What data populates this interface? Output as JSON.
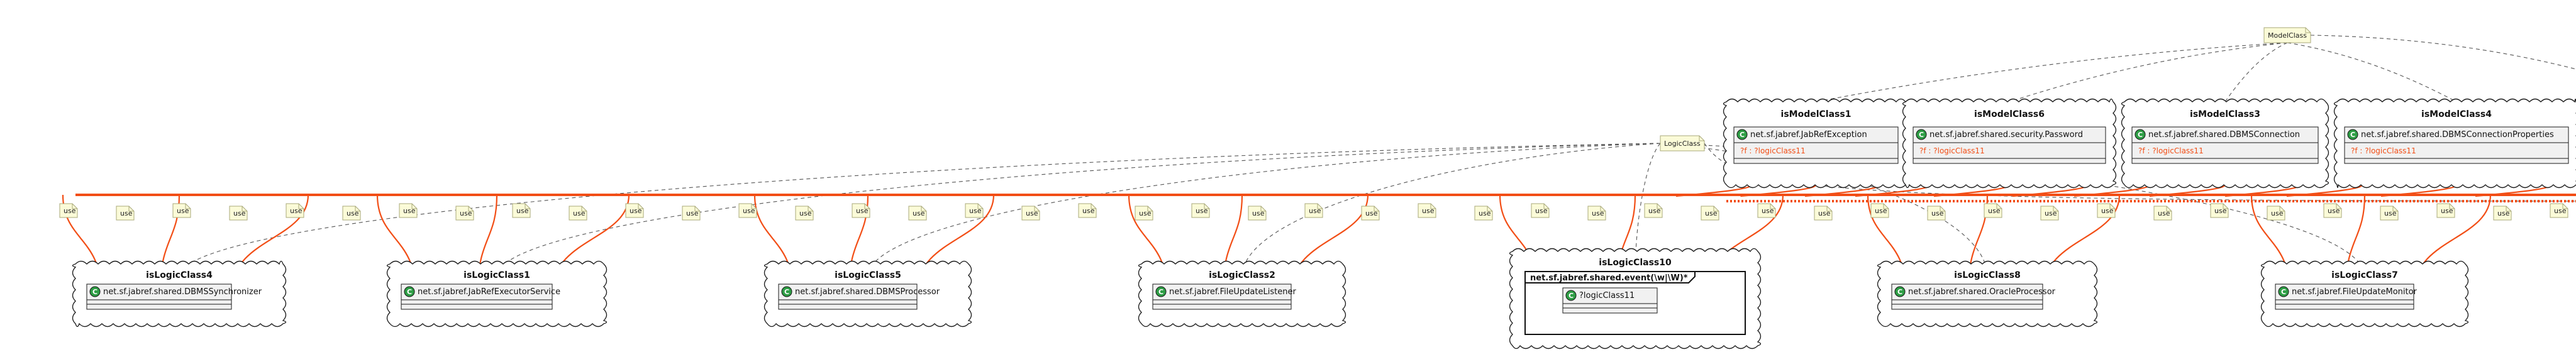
{
  "diagram": {
    "note_model": "ModelClass",
    "note_logic": "LogicClass",
    "use_label": "use",
    "model_clouds": [
      {
        "title": "isModelClass1",
        "class_name": "net.sf.jabref.JabRefException",
        "attr": "?f : ?logicClass11"
      },
      {
        "title": "isModelClass6",
        "class_name": "net.sf.jabref.shared.security.Password",
        "attr": "?f : ?logicClass11"
      },
      {
        "title": "isModelClass3",
        "class_name": "net.sf.jabref.shared.DBMSConnection",
        "attr": "?f : ?logicClass11"
      },
      {
        "title": "isModelClass4",
        "class_name": "net.sf.jabref.shared.DBMSConnectionProperties",
        "attr": "?f : ?logicClass11"
      }
    ],
    "logic_clouds": [
      {
        "title": "isLogicClass4",
        "class_name": "net.sf.jabref.shared.DBMSSynchronizer"
      },
      {
        "title": "isLogicClass1",
        "class_name": "net.sf.jabref.JabRefExecutorService"
      },
      {
        "title": "isLogicClass5",
        "class_name": "net.sf.jabref.shared.DBMSProcessor"
      },
      {
        "title": "isLogicClass2",
        "class_name": "net.sf.jabref.FileUpdateListener"
      },
      {
        "title": "isLogicClass10",
        "package": "net.sf.jabref.shared.event(\\w|\\W)*",
        "class_name": "?logicClass11"
      },
      {
        "title": "isLogicClass8",
        "class_name": "net.sf.jabref.shared.OracleProcessor"
      },
      {
        "title": "isLogicClass7",
        "class_name": "net.sf.jabref.FileUpdateMonitor"
      }
    ]
  }
}
